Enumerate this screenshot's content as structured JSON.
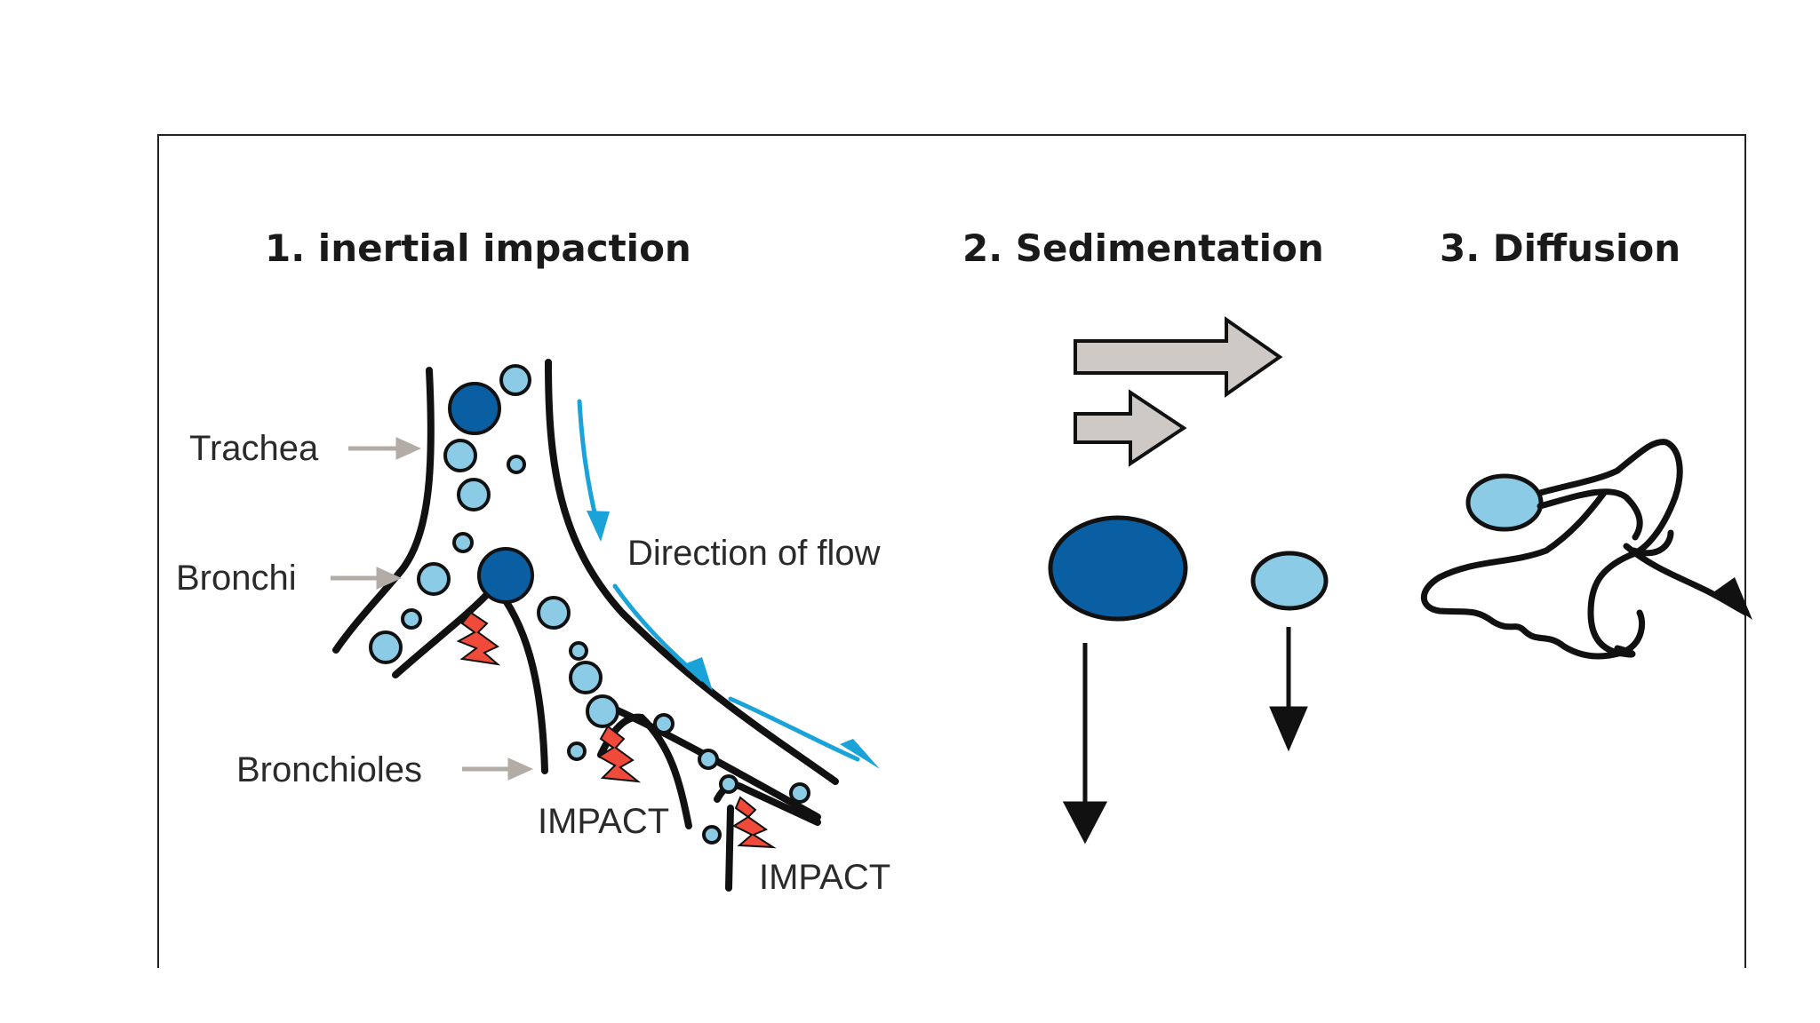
{
  "headings": {
    "inertial": "1. inertial impaction",
    "sedimentation": "2. Sedimentation",
    "diffusion": "3. Diffusion"
  },
  "labels": {
    "trachea": "Trachea",
    "bronchi": "Bronchi",
    "bronchioles": "Bronchioles",
    "direction": "Direction of flow",
    "impact_1": "IMPACT",
    "impact_2": "IMPACT"
  },
  "colors": {
    "dark_particle": "#0a5fa3",
    "light_particle": "#8ccbe6",
    "flow_arrow": "#1aa3d9",
    "pointer_arrow": "#b3aca6",
    "block_arrow": "#cfc9c6",
    "impact_mark": "#f04a3a",
    "outline": "#111111"
  }
}
